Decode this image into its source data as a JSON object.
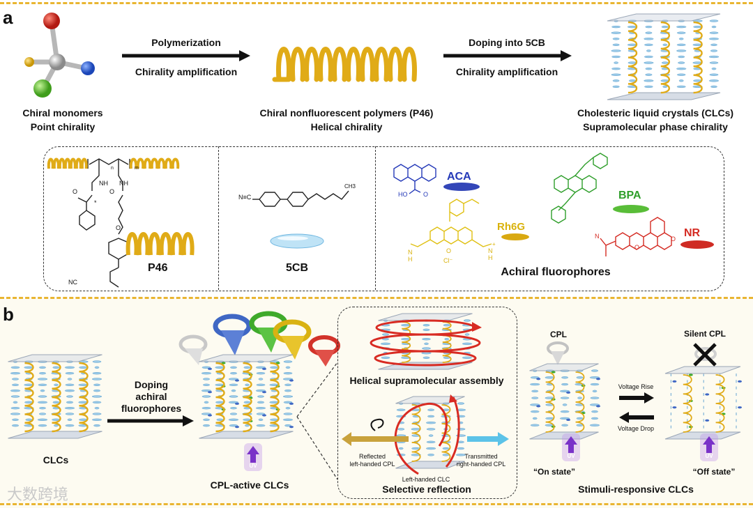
{
  "panel_a": {
    "label": "a",
    "arrow1_top": "Polymerization",
    "arrow1_bottom": "Chirality amplification",
    "arrow2_top": "Doping into 5CB",
    "arrow2_bottom": "Chirality amplification",
    "stage1_title": "Chiral monomers",
    "stage1_sub": "Point chirality",
    "stage2_title": "Chiral nonfluorescent polymers (P46)",
    "stage2_sub": "Helical chirality",
    "stage3_title": "Cholesteric liquid crystals (CLCs)",
    "stage3_sub": "Supramolecular phase chirality",
    "p46_label": "P46",
    "lc_label": "5CB",
    "p46_sub_n": "n",
    "p46_sub_m": "m",
    "p46_nh1": "NH",
    "p46_nh2": "NH",
    "p46_o1": "O",
    "p46_o2": "O",
    "p46_o3": "O",
    "p46_star": "*",
    "p46_nc": "NC",
    "lc_nc": "N≡C",
    "lc_ch3": "CH3",
    "aca_name": "ACA",
    "aca_ho": "HO",
    "aca_o": "O",
    "bpa_name": "BPA",
    "rh6g_name": "Rh6G",
    "rh6g_nh1": "N",
    "rh6g_nh1b": "H",
    "rh6g_nh2": "N",
    "rh6g_nh2b": "H",
    "rh6g_o": "O",
    "rh6g_cl": "Cl⁻",
    "rh6g_plus": "+",
    "nr_name": "NR",
    "nr_n": "N",
    "nr_o": "O",
    "nr_oring": "O",
    "fluoro_label": "Achiral  fluorophores"
  },
  "panel_b": {
    "label": "b",
    "arrow_label": "Doping\nachiral\nfluorophores",
    "arrow_label_1": "Doping",
    "arrow_label_2": "achiral",
    "arrow_label_3": "fluorophores",
    "clc_label": "CLCs",
    "cpl_active_label": "CPL-active CLCs",
    "uv": "UV",
    "helical_label": "Helical supramolecular assembly",
    "reflected_1": "Reflected",
    "reflected_2": "left-handed CPL",
    "transmitted_1": "Transmitted",
    "transmitted_2": "right-handed CPL",
    "lh_clc": "Left-handed CLC",
    "selective": "Selective reflection",
    "cpl_label": "CPL",
    "silent_label": "Silent CPL",
    "voltage_rise": "Voltage Rise",
    "voltage_drop": "Voltage Drop",
    "on_state": "“On state”",
    "off_state": "“Off state”",
    "stimuli_label": "Stimuli-responsive CLCs"
  },
  "watermark": "大数跨境",
  "colors": {
    "gold": "#e0ab17",
    "dashed_line": "#e9b531",
    "dark_red_text": "#b5211f",
    "aca_blue": "#2439b8",
    "bpa_green": "#2e9e2a",
    "rh6g_yellow": "#e0c012",
    "nr_red": "#d42a22",
    "uv_purple": "#7a32c8"
  }
}
